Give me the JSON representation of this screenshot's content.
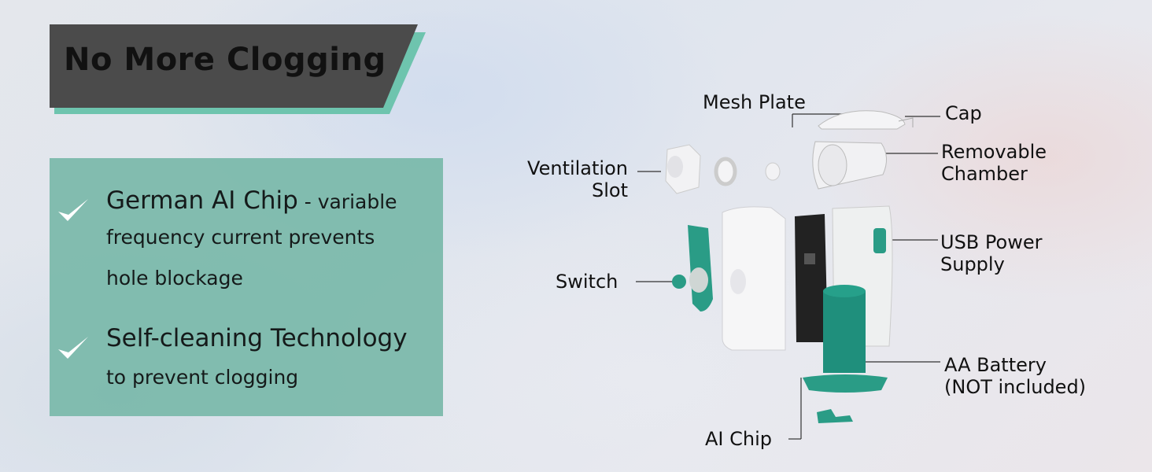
{
  "banner": {
    "title": "No More Clogging"
  },
  "features": [
    {
      "main": "German AI Chip",
      "main_suffix": " - variable",
      "sub_lines": [
        "frequency current prevents",
        "hole blockage"
      ]
    },
    {
      "main": "Self-cleaning Technology",
      "main_suffix": "",
      "sub_lines": [
        "to prevent clogging"
      ]
    }
  ],
  "diagram": {
    "labels": {
      "mesh_plate": "Mesh Plate",
      "cap": "Cap",
      "ventilation_slot": [
        "Ventilation",
        "Slot"
      ],
      "removable_chamber": [
        "Removable",
        "Chamber"
      ],
      "usb_power_supply": [
        "USB Power",
        "Supply"
      ],
      "switch": "Switch",
      "aa_battery": [
        "AA Battery",
        "(NOT included)"
      ],
      "ai_chip": "AI Chip"
    }
  },
  "colors": {
    "teal": "#2a9c86",
    "banner_dark": "#4a4a4a",
    "banner_accent": "#6ec4ae",
    "panel": "#74b6a6"
  },
  "icons": [
    "check-icon",
    "check-icon"
  ]
}
